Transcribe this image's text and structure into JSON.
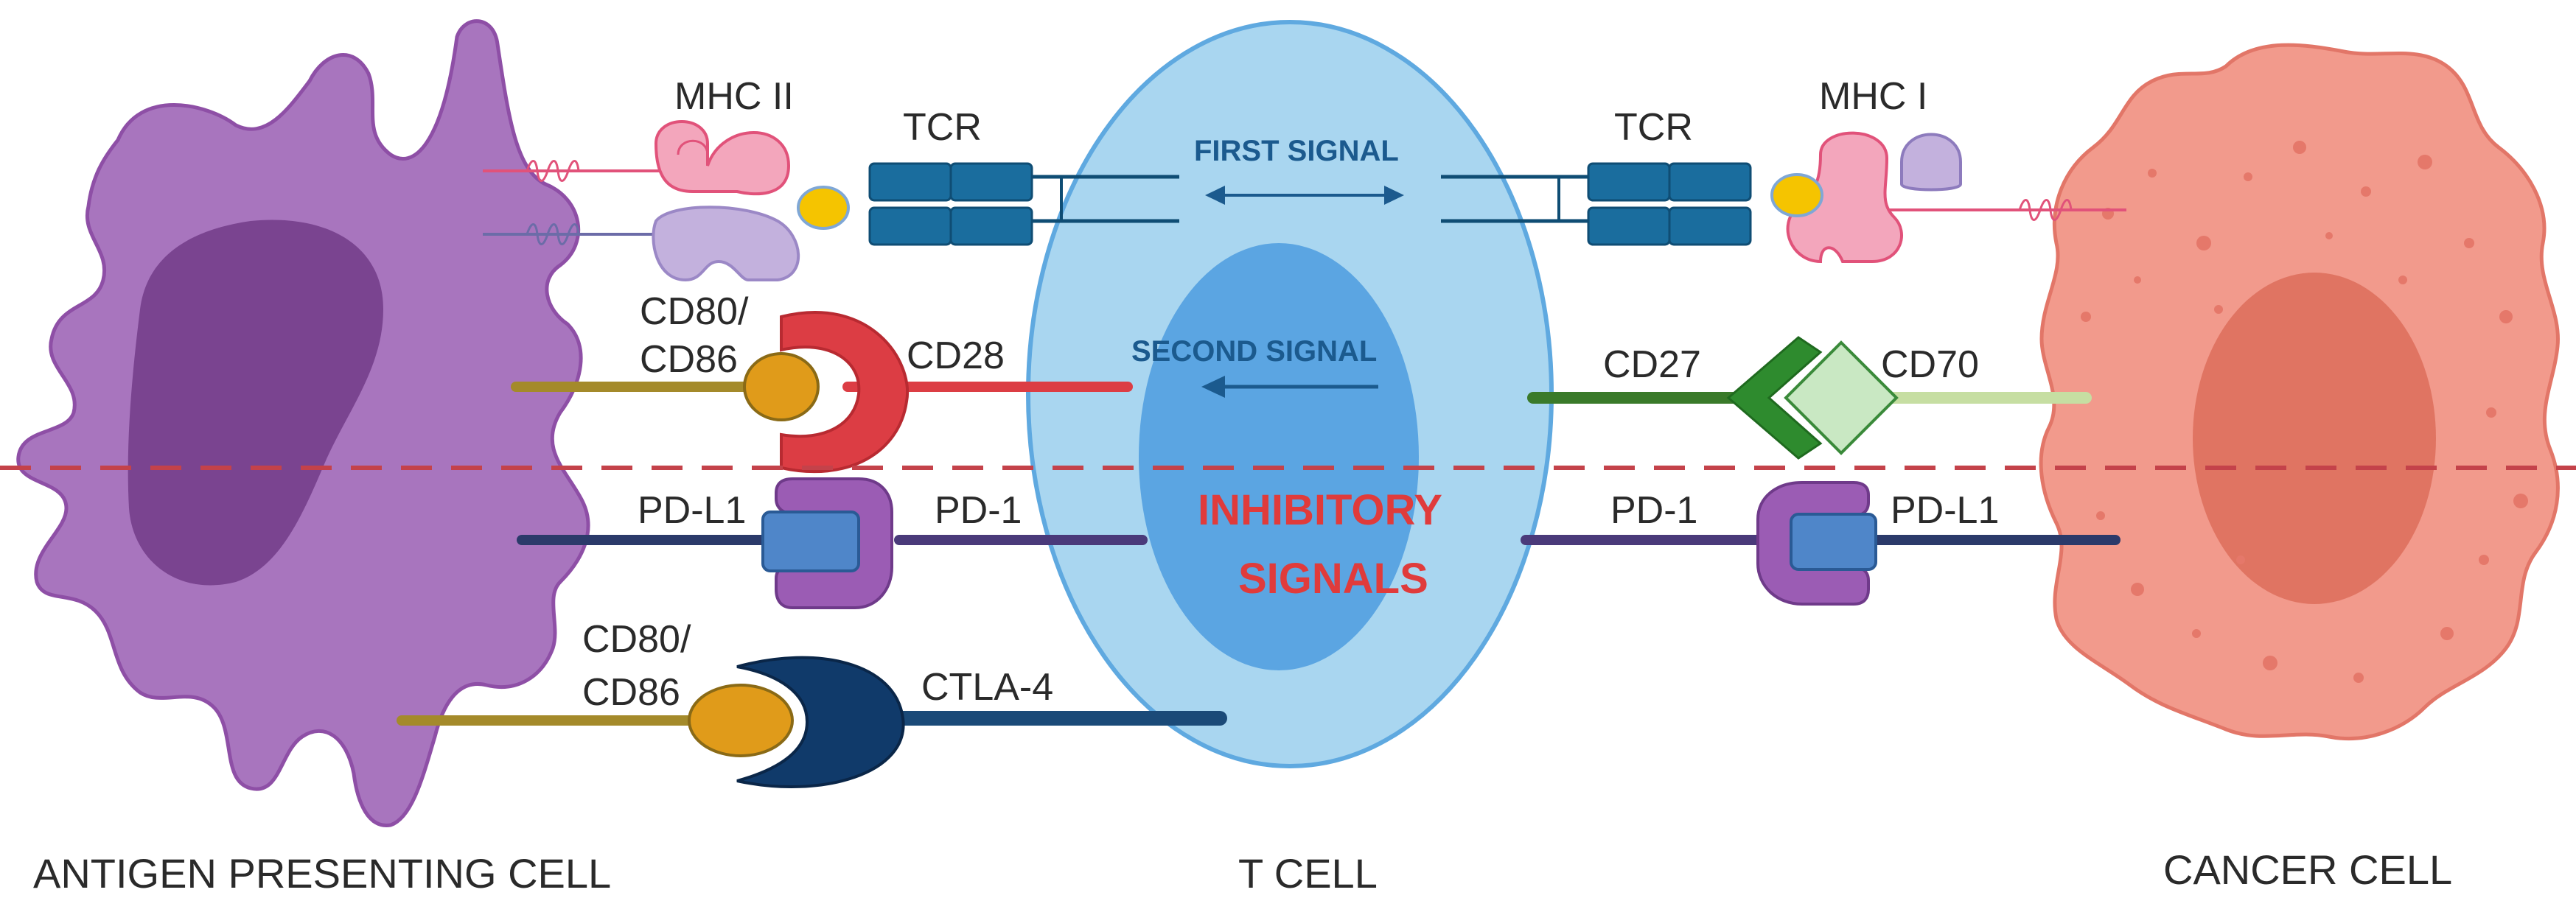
{
  "cells": {
    "apc": "ANTIGEN PRESENTING CELL",
    "tcell": "T CELL",
    "cancer": "CANCER CELL"
  },
  "signals": {
    "first": "FIRST SIGNAL",
    "second": "SECOND SIGNAL",
    "inhibitory_line1": "INHIBITORY",
    "inhibitory_line2": "SIGNALS"
  },
  "molecules": {
    "mhc2": "MHC II",
    "mhc1": "MHC I",
    "tcr_left": "TCR",
    "tcr_right": "TCR",
    "cd80_cd86_top_line1": "CD80/",
    "cd80_cd86_top_line2": "CD86",
    "cd28": "CD28",
    "cd27": "CD27",
    "cd70": "CD70",
    "pdl1_left": "PD-L1",
    "pd1_left": "PD-1",
    "pd1_right": "PD-1",
    "pdl1_right": "PD-L1",
    "cd80_cd86_bottom_line1": "CD80/",
    "cd80_cd86_bottom_line2": "CD86",
    "ctla4": "CTLA-4"
  },
  "colors": {
    "apc": "#a875be",
    "apc_nucleus": "#7a4490",
    "tcell": "#a9d6f0",
    "tcell_nucleus": "#5ba5e2",
    "cancer": "#f29a8c",
    "cancer_nucleus": "#e07462",
    "tcr": "#1a6d9e",
    "mhc2_pink": "#f3a6bc",
    "mhc2_purple": "#c3b1dd",
    "antigen": "#f5c400",
    "cd80": "#e09b1a",
    "cd28": "#dc3d44",
    "cd27": "#2e8b2e",
    "cd70": "#c9e8c3",
    "pd1": "#9b5cb4",
    "pdl1": "#4f86c9",
    "ctla4": "#103a6a",
    "divider": "#c4424a",
    "signal_text": "#1b5a8e",
    "inhibitory_text": "#e03b3b"
  }
}
